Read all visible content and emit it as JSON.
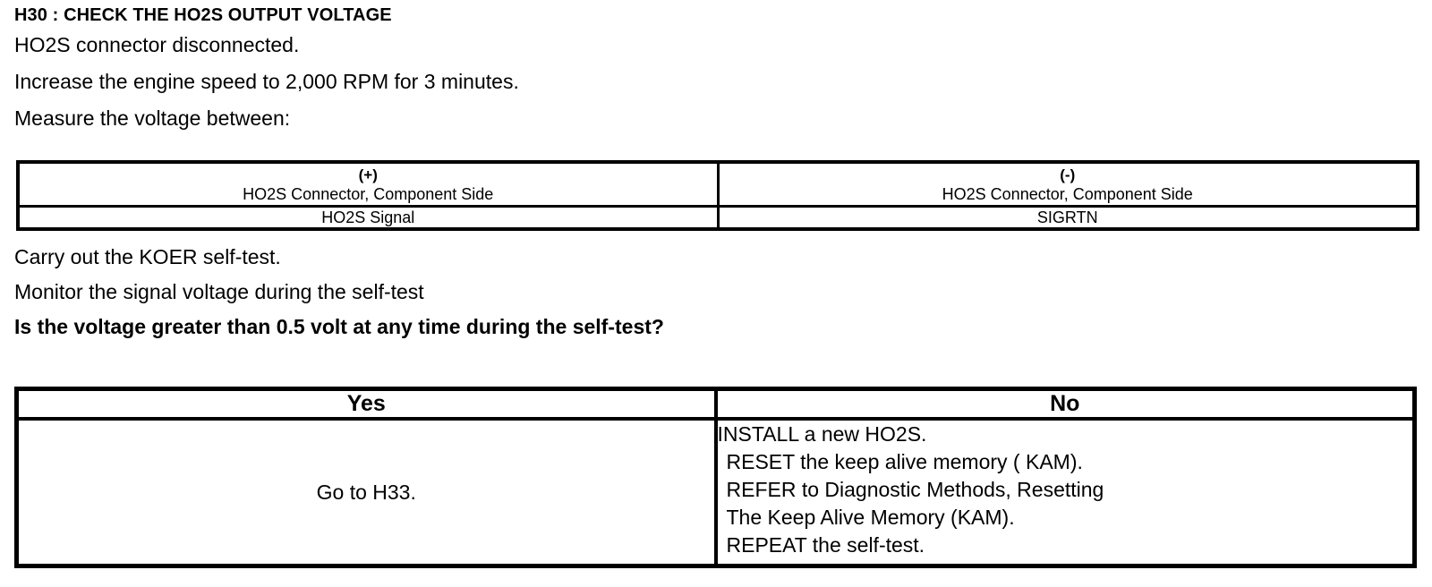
{
  "document": {
    "step_title": "H30 : CHECK THE HO2S OUTPUT VOLTAGE",
    "instructions": [
      "HO2S connector disconnected.",
      "Increase the engine speed to 2,000 RPM for 3 minutes.",
      "Measure the voltage between:"
    ]
  },
  "measure_table": {
    "columns": [
      {
        "polarity": "(+)",
        "description": "HO2S Connector, Component Side",
        "pin": "HO2S Signal"
      },
      {
        "polarity": "(-)",
        "description": "HO2S Connector, Component Side",
        "pin": "SIGRTN"
      }
    ]
  },
  "mid_text": {
    "lines": [
      "Carry out the KOER self-test.",
      "Monitor the signal voltage during the self-test"
    ],
    "question": "Is the voltage greater than 0.5 volt at any time during the self-test?"
  },
  "decision_table": {
    "headers": {
      "yes": "Yes",
      "no": "No"
    },
    "yes_action": "Go to H33.",
    "no_actions": [
      "INSTALL a new HO2S.",
      "RESET the keep alive memory ( KAM).",
      "REFER to  Diagnostic Methods, Resetting",
      "The Keep Alive Memory (KAM).",
      "REPEAT the self-test."
    ]
  },
  "colors": {
    "text": "#000000",
    "background": "#ffffff",
    "border": "#000000"
  }
}
